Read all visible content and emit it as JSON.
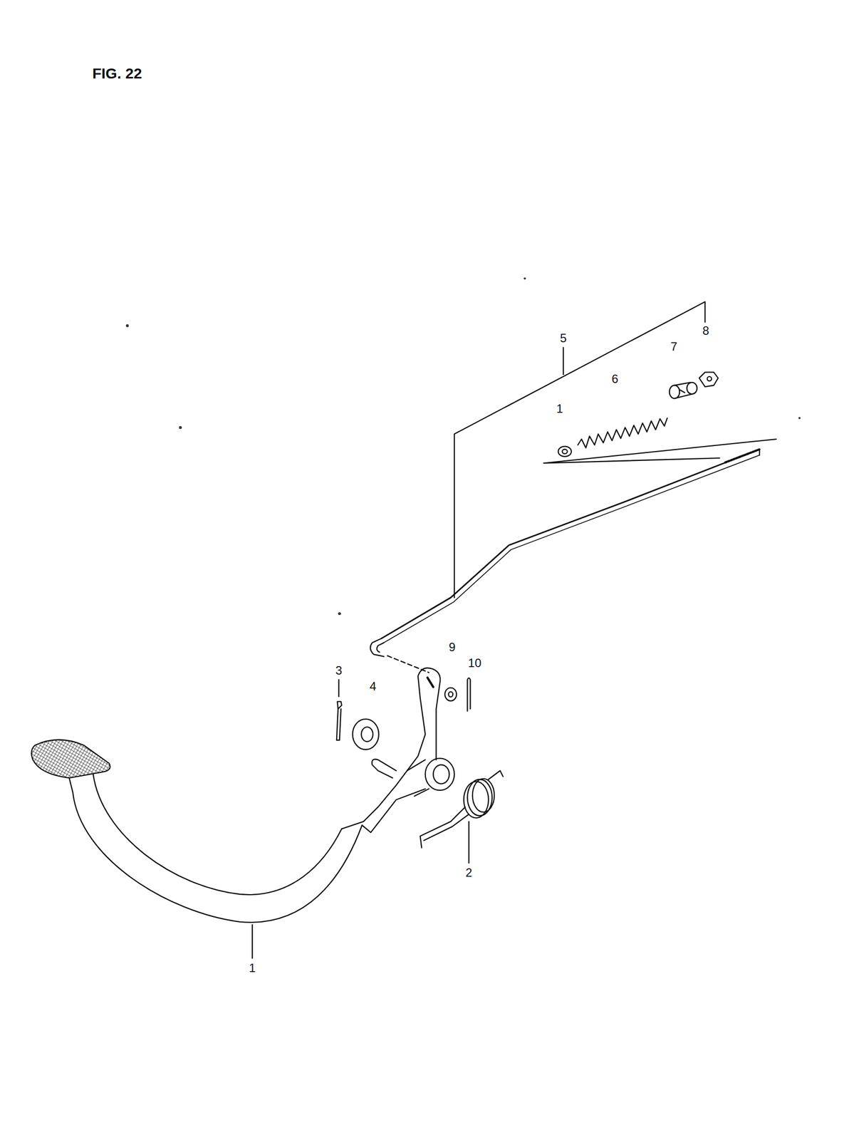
{
  "diagram": {
    "title": "FIG. 22",
    "labels": [
      "8",
      "5",
      "7",
      "6",
      "1",
      "9",
      "10",
      "3",
      "4",
      "2",
      "1"
    ]
  }
}
